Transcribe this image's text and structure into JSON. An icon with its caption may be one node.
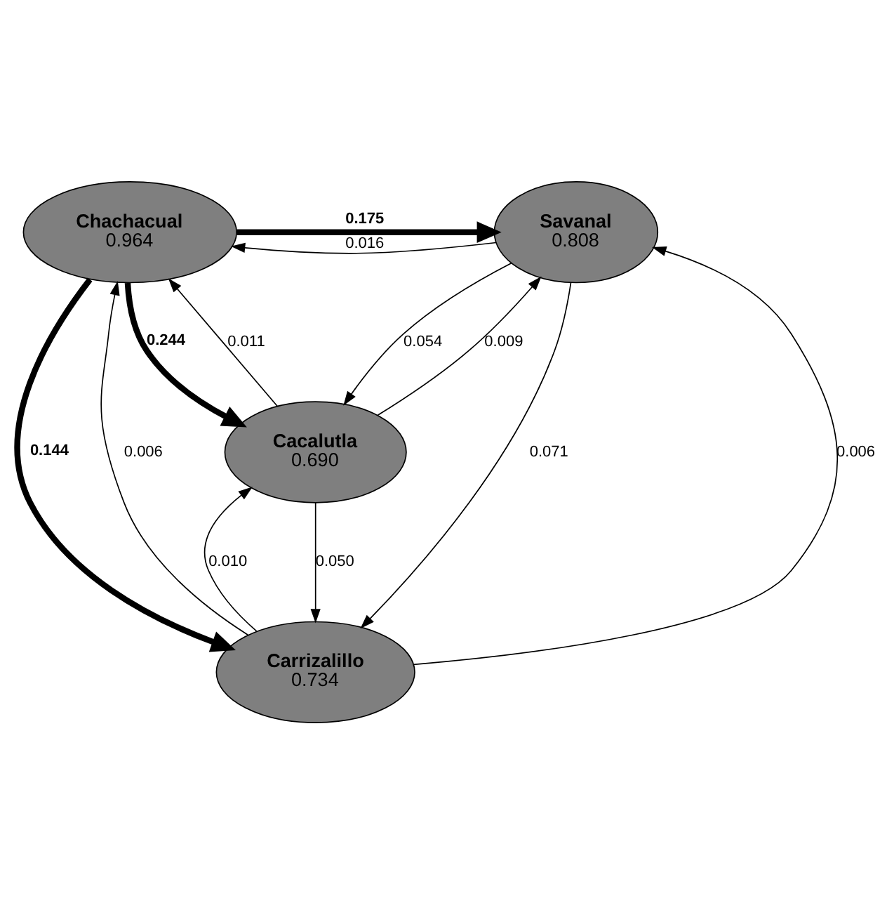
{
  "diagram": {
    "nodes": [
      {
        "text": [
          "Chachacual",
          "0.964"
        ]
      },
      {
        "text": [
          "Savanal",
          "0.808"
        ]
      },
      {
        "text": [
          "Cacalutla",
          "0.690"
        ]
      },
      {
        "text": [
          "Carrizalillo",
          "0.734"
        ]
      }
    ],
    "edges": [
      {
        "from": 0,
        "to": 1,
        "arrow": "to",
        "label": "0.175",
        "style": "thick"
      },
      {
        "from": 1,
        "to": 0,
        "arrow": "to",
        "label": "0.016"
      },
      {
        "from": 2,
        "to": 0,
        "arrow": "to",
        "label": "0.011"
      },
      {
        "from": 0,
        "to": 2,
        "arrow": "to",
        "label": "0.244",
        "style": "thick"
      },
      {
        "from": 3,
        "to": 0,
        "arrow": "to",
        "label": "0.006"
      },
      {
        "from": 0,
        "to": 3,
        "arrow": "to",
        "label": "0.144",
        "style": "thick"
      },
      {
        "from": 1,
        "to": 2,
        "arrow": "to",
        "label": "0.054"
      },
      {
        "from": 2,
        "to": 1,
        "arrow": "to",
        "label": "0.009"
      },
      {
        "from": 3,
        "to": 1,
        "arrow": "to",
        "label": "0.006"
      },
      {
        "from": 1,
        "to": 3,
        "arrow": "to",
        "label": "0.071"
      },
      {
        "from": 3,
        "to": 2,
        "arrow": "to",
        "label": "0.010"
      },
      {
        "from": 2,
        "to": 3,
        "arrow": "to",
        "label": "0.050"
      }
    ]
  }
}
